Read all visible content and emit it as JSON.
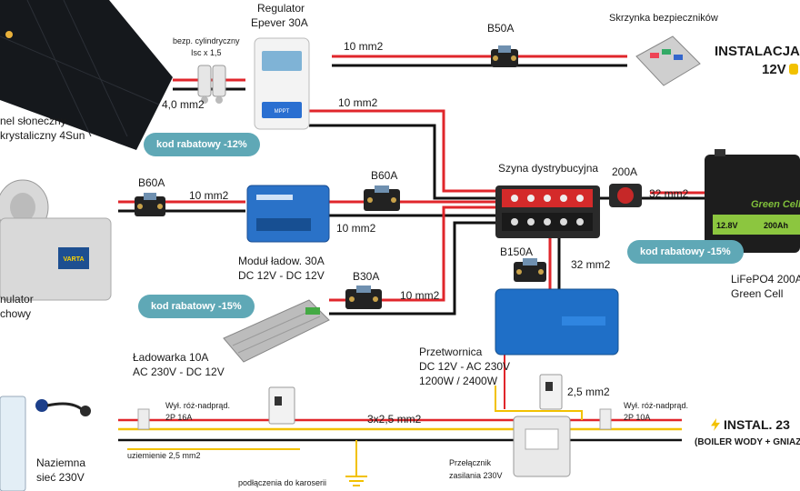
{
  "labels": {
    "regulator_title_1": "Regulator",
    "regulator_title_2": "Epever 30A",
    "fuse_holder_1": "bezp. cylindryczny",
    "fuse_holder_2": "Isc x 1,5",
    "wire_4mm": "4,0 mm2",
    "panel_1": "nel słoneczny",
    "panel_2": "krystaliczny 4Sun",
    "b50a": "B50A",
    "wire_10mm_top": "10 mm2",
    "fusebox_title": "Skrzynka bezpieczników",
    "install12_line1": "INSTALACJA",
    "install12_line2": "12V",
    "wire_10mm_reg_out": "10 mm2",
    "b60a_left": "B60A",
    "wire_10mm_alt": "10 mm2",
    "b60a_mid": "B60A",
    "wire_10mm_mid": "10 mm2",
    "busbar_title": "Szyna dystrybucyjna",
    "a200": "200A",
    "wire_32mm_batt": "32 mm2",
    "alternator_1": "nulator",
    "alternator_2": "chowy",
    "dcdc_1": "Moduł ładow. 30A",
    "dcdc_2": "DC 12V - DC 12V",
    "b150a": "B150A",
    "wire_32mm_inv": "32 mm2",
    "lifepo_1": "LiFePO4 200A",
    "lifepo_2": "Green Cell",
    "b30a": "B30A",
    "wire_10mm_charger": "10 mm2",
    "charger_1": "Ładowarka 10A",
    "charger_2": "AC 230V - DC 12V",
    "inverter_1": "Przetwornica",
    "inverter_2": "DC 12V - AC 230V",
    "inverter_3": "1200W / 2400W",
    "wire_25mm_v": "2,5 mm2",
    "rcd_left_1": "Wył. róż-nadprąd.",
    "rcd_left_2": "2P 16A",
    "wire_3x25": "3x2,5 mm2",
    "rcd_right_1": "Wył. róż-nadprąd.",
    "rcd_right_2": "2P 10A",
    "install230_line1": "INSTAL. 23",
    "install230_line2": "(BOILER WODY + GNIAZD",
    "earth": "uziemienie 2,5 mm2",
    "shore_1": "Naziemna",
    "shore_2": "sieć 230V",
    "chassis": "podłączenia do karoserii",
    "switch_1": "Przełącznik",
    "switch_2": "zasilania 230V",
    "battery_logo": "Green Cell",
    "battery_volt": "12.8V",
    "battery_ah": "200Ah",
    "alt_battery_brand": "VARTA",
    "regulator_screen": "MPPT"
  },
  "badges": {
    "discount_12": "kod rabatowy -12%",
    "discount_15_batt": "kod rabatowy -15%",
    "discount_15_charger": "kod rabatowy -15%"
  },
  "colors": {
    "positive_wire": "#e0262b",
    "negative_wire": "#111111",
    "neutral_yellow": "#f2c100",
    "badge": "#5fa8b6",
    "inverter_blue": "#1f6fc7",
    "dcdc_blue": "#2a72c8"
  },
  "icons": {
    "bolt": "lightning-icon",
    "thumbs": "hand-icon"
  }
}
